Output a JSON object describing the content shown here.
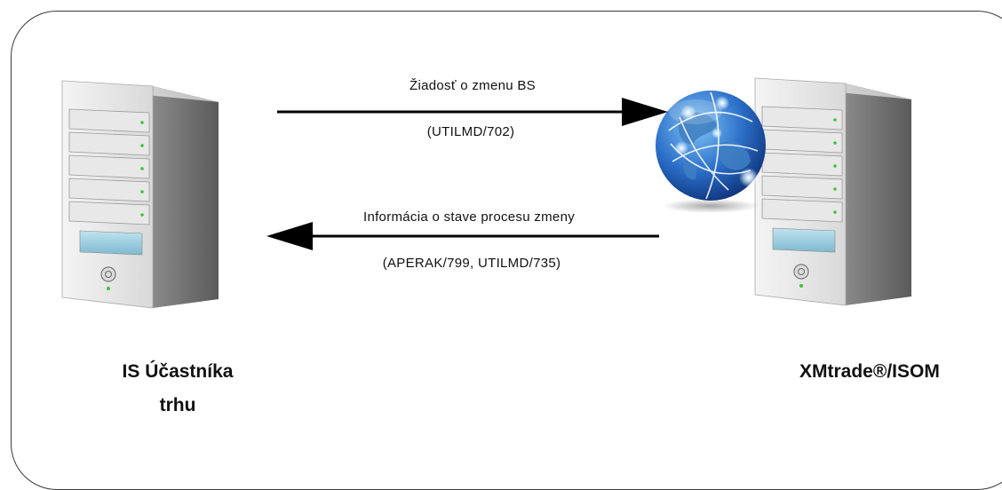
{
  "diagram": {
    "request": {
      "label": "Žiadosť o zmenu BS",
      "code": "(UTILMD/702)"
    },
    "response": {
      "label": "Informácia o stave procesu zmeny",
      "code": "(APERAK/799, UTILMD/735)"
    },
    "left_system": {
      "line1": "IS Účastníka",
      "line2": "trhu"
    },
    "right_system": {
      "name": "XMtrade®/ISOM"
    }
  }
}
